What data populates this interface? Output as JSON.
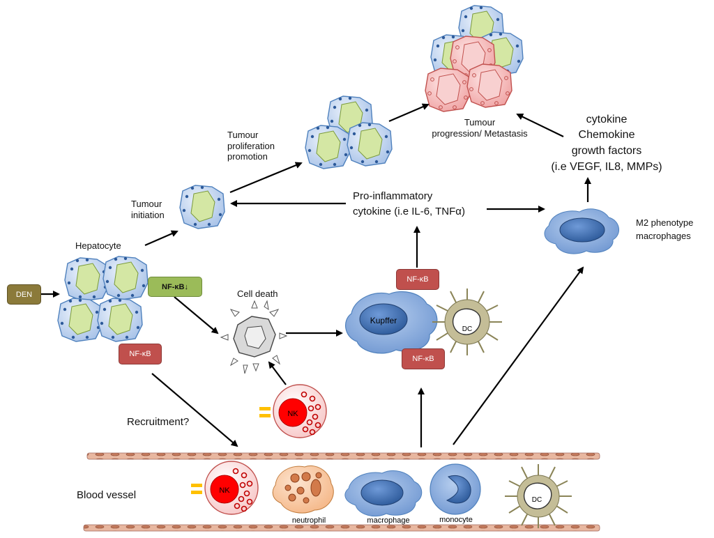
{
  "labels": {
    "tumour_progression": "Tumour\nprogression/ Metastasis",
    "cytokine_block_1": "cytokine",
    "cytokine_block_2": "Chemokine",
    "cytokine_block_3": "growth factors",
    "cytokine_block_4": "(i.e  VEGF, IL8, MMPs)",
    "tumour_proliferation": "Tumour\nproliferation\npromotion",
    "tumour_initiation": "Tumour\ninitiation",
    "pro_inflammatory_1": "Pro-inflammatory",
    "pro_inflammatory_2": "cytokine (i.e IL-6, TNFα)",
    "m2_1": "M2 phenotype",
    "m2_2": "macrophages",
    "hepatocyte": "Hepatocyte",
    "cell_death": "Cell death",
    "recruitment": "Recruitment?",
    "blood_vessel": "Blood vessel",
    "kupffer": "Kupffer",
    "dc": "DC",
    "nk": "NK",
    "neutrophil": "neutrophil",
    "macrophage": "macrophage",
    "monocyte": "monocyte"
  },
  "boxes": {
    "den": "DEN",
    "nfkb_down": "NF-κB↓",
    "nfkb": "NF-κB"
  },
  "colors": {
    "hepatocyte_fill": "#dce6f2",
    "hepatocyte_border": "#4f81bd",
    "nucleus_green": "#d7e4a8",
    "tumour_red": "#f2b8b8",
    "tumour_border": "#c0504d",
    "nfkb_red": "#c0504d",
    "den_brown": "#8b7a3a",
    "nfkb_green": "#9bbb59",
    "kupffer_blue": "#4f81bd",
    "dc_khaki": "#c4bd97",
    "nk_red": "#ff0000",
    "vessel": "#e6b9a0"
  }
}
